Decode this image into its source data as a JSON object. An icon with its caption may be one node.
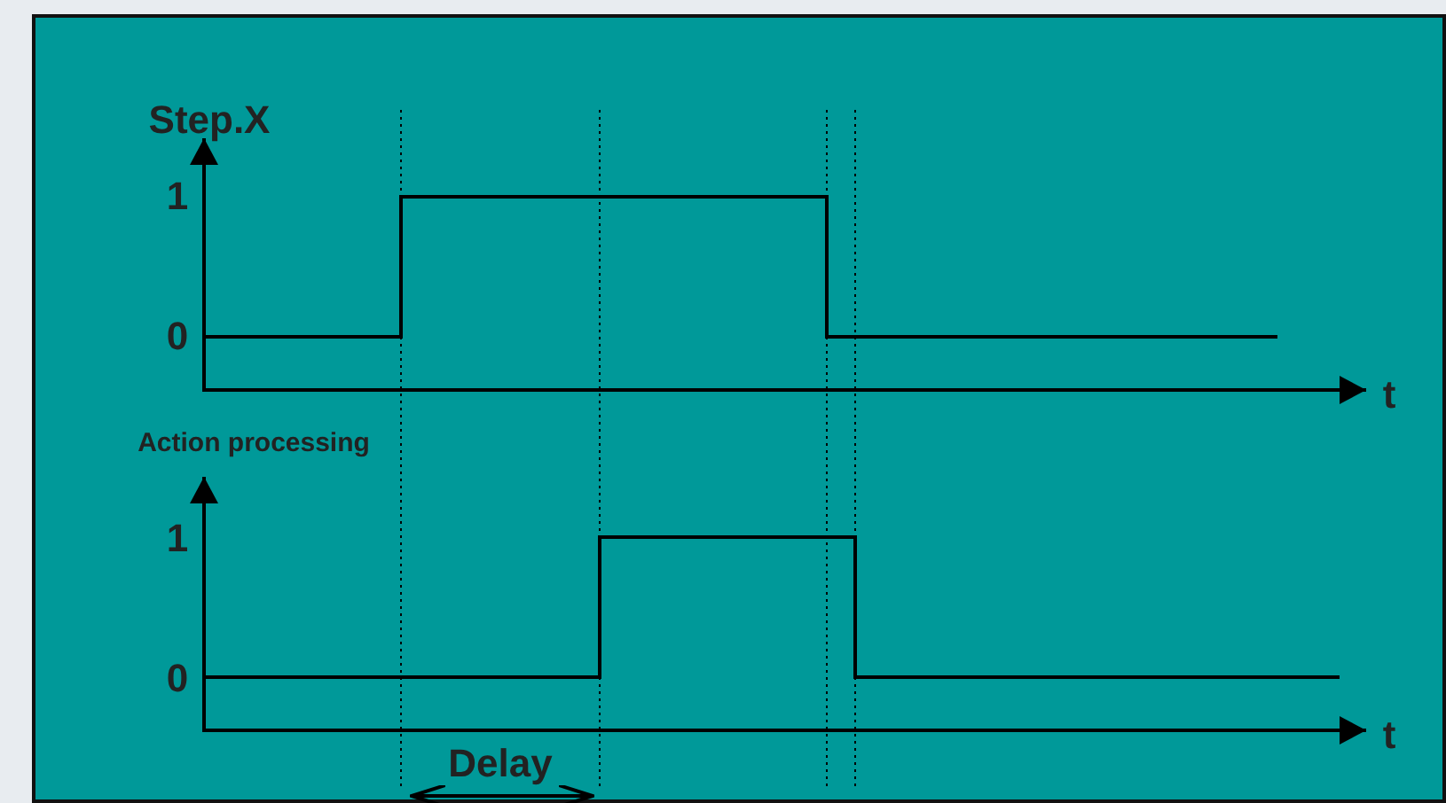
{
  "diagram": {
    "labels": [
      "Step.X",
      "1",
      "0",
      "t",
      "Action processing",
      "1",
      "0",
      "t",
      "Delay"
    ]
  }
}
